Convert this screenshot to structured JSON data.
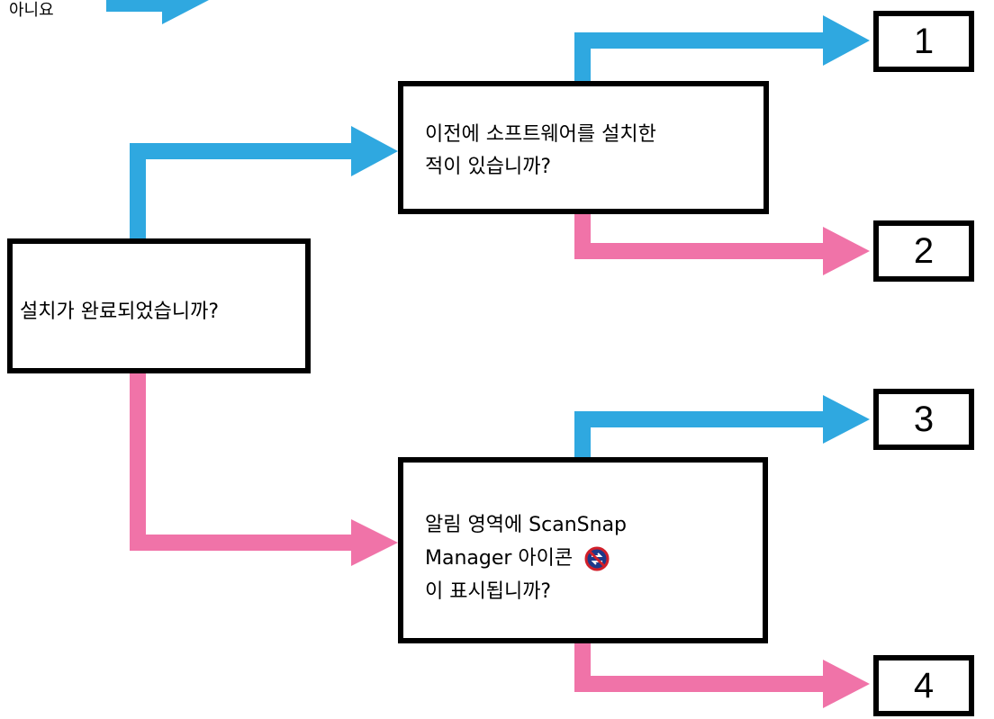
{
  "colors": {
    "yes": "#2fa8e0",
    "no": "#f073a8",
    "border": "#000000"
  },
  "legend": {
    "no_label": "아니요"
  },
  "q_installed": {
    "text": "설치가 완료되었습니까?"
  },
  "q_previous": {
    "line1": "이전에 소프트웨어를 설치한",
    "line2": "적이 있습니까?"
  },
  "q_tray": {
    "line1": "알림 영역에 ScanSnap",
    "line2": "Manager 아이콘",
    "line3": "이 표시됩니까?",
    "icon": "scansnap-manager-disabled-icon"
  },
  "results": [
    "1",
    "2",
    "3",
    "4"
  ]
}
